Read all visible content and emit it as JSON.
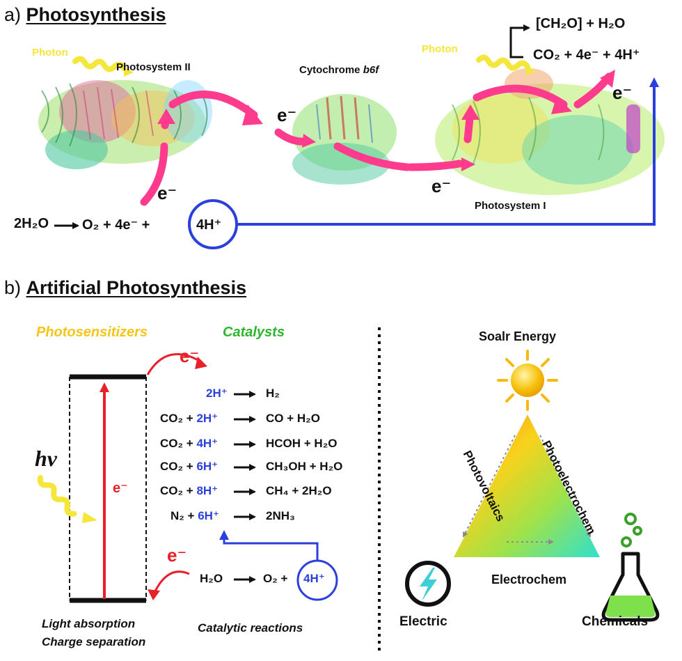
{
  "part_a": {
    "prefix": "a)",
    "title": "Photosynthesis",
    "photon1": "Photon",
    "photon2": "Photon",
    "psii": "Photosystem II",
    "cytb6f_main": "Cytochrome ",
    "cytb6f_italic": "b6f",
    "psi": "Photosystem I",
    "e_minus": "e⁻",
    "water_eq_lhs": "2H₂O",
    "water_eq_rhs": "O₂ + 4e⁻ + ",
    "protons": "4H⁺",
    "top_product": "[CH₂O] + H₂O",
    "co2_eq": "CO₂ + 4e⁻ + 4H⁺"
  },
  "part_b": {
    "prefix": "b)",
    "title": "Artificial Photosynthesis",
    "photosensitizers": "Photosensitizers",
    "catalysts": "Catalysts",
    "hv": "hv",
    "e_minus": "e⁻",
    "light_absorption": "Light absorption",
    "charge_separation": "Charge separation",
    "catalytic_reactions": "Catalytic reactions",
    "reactions": [
      {
        "lhs": "",
        "h": "2H⁺",
        "rhs": "H₂"
      },
      {
        "lhs": "CO₂ + ",
        "h": "2H⁺",
        "rhs": "CO + H₂O"
      },
      {
        "lhs": "CO₂ + ",
        "h": "4H⁺",
        "rhs": "HCOH + H₂O"
      },
      {
        "lhs": "CO₂ + ",
        "h": "6H⁺",
        "rhs": "CH₃OH + H₂O"
      },
      {
        "lhs": "CO₂ + ",
        "h": "8H⁺",
        "rhs": "CH₄ + 2H₂O"
      },
      {
        "lhs": "N₂ + ",
        "h": "6H⁺",
        "rhs": "2NH₃"
      }
    ],
    "water_lhs": "H₂O",
    "water_rhs": "O₂ +",
    "water_protons": "4H⁺",
    "solar_energy": "Soalr Energy",
    "photovoltaics": "Photovoltaics",
    "photoelectrochem": "Photoelectrochem",
    "electrochem": "Electrochem",
    "electric": "Electric",
    "chemicals": "Chemicals"
  },
  "colors": {
    "magenta": "#ff3b8e",
    "blue": "#2b3fdc",
    "red": "#e8202a",
    "yellow": "#f4e63a",
    "orange_label": "#f5c518",
    "green_label": "#2db52d",
    "flask_green": "#7ee04a"
  },
  "icons": [
    "photon-wave-icon",
    "sun-icon",
    "lightning-icon",
    "flask-icon"
  ]
}
